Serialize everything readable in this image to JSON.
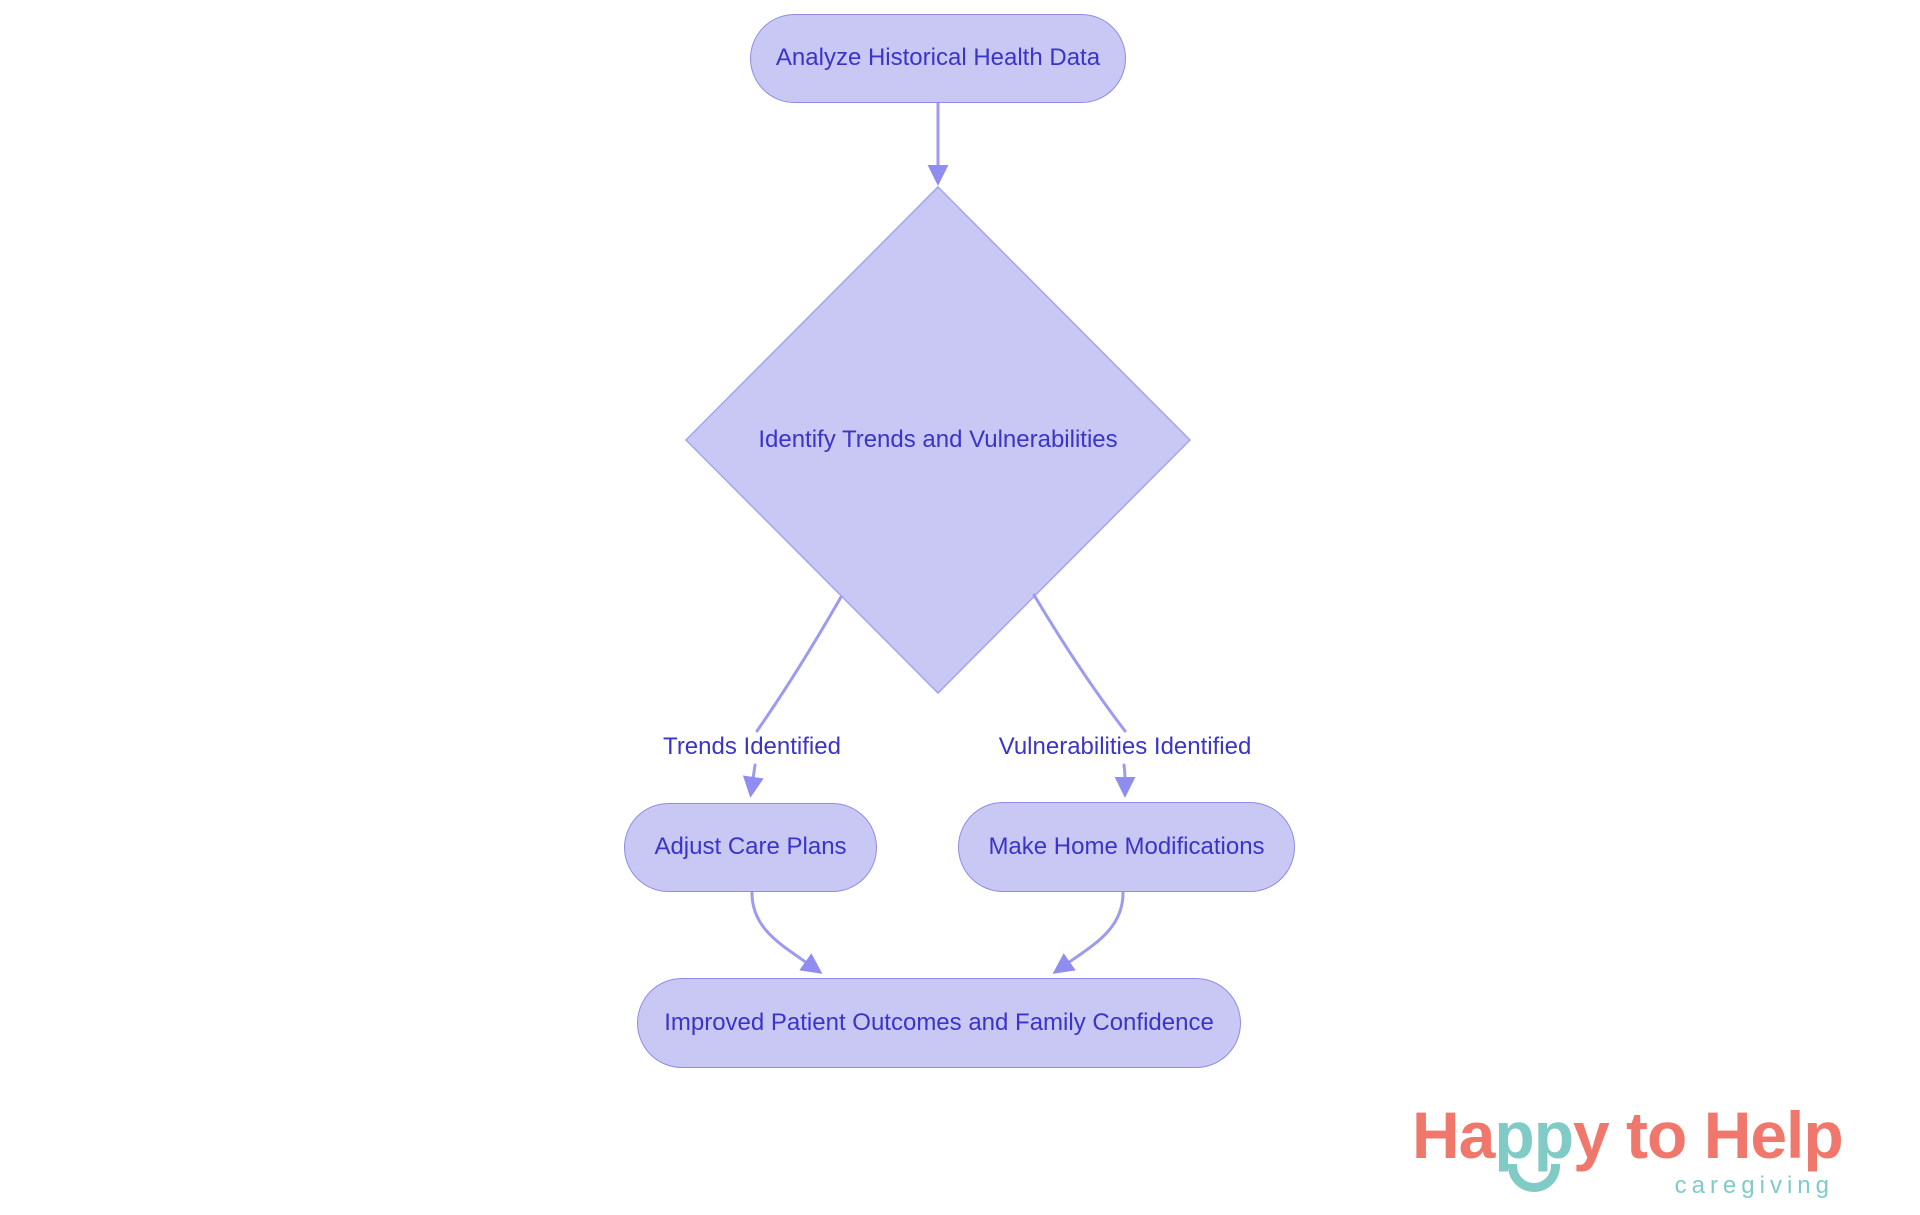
{
  "page": {
    "background": "#ffffff"
  },
  "colors": {
    "node_fill": "#c9c8f5",
    "box_border": "#8f8ce4",
    "diamond_border": "#a5a3f0",
    "node_text": "#3a34c8",
    "edge_line": "#9d9bf1",
    "arrowhead": "#8f8df0",
    "logo_coral": "#f0776b",
    "logo_teal": "#80cbc5",
    "tagline_teal": "#7eccc7"
  },
  "flowchart": {
    "nodes": [
      {
        "id": "analyze",
        "type": "rounded-rect",
        "label": "Analyze Historical Health Data"
      },
      {
        "id": "identify",
        "type": "diamond",
        "label": "Identify Trends and Vulnerabilities"
      },
      {
        "id": "adjust",
        "type": "rounded-rect",
        "label": "Adjust Care Plans"
      },
      {
        "id": "modify",
        "type": "rounded-rect",
        "label": "Make Home Modifications"
      },
      {
        "id": "improved",
        "type": "rounded-rect",
        "label": "Improved Patient Outcomes and Family Confidence"
      }
    ],
    "edges": [
      {
        "from": "analyze",
        "to": "identify",
        "label": ""
      },
      {
        "from": "identify",
        "to": "adjust",
        "label": "Trends Identified"
      },
      {
        "from": "identify",
        "to": "modify",
        "label": "Vulnerabilities Identified"
      },
      {
        "from": "adjust",
        "to": "improved",
        "label": ""
      },
      {
        "from": "modify",
        "to": "improved",
        "label": ""
      }
    ]
  },
  "logo": {
    "brand_part1": "Ha",
    "brand_part2": "pp",
    "brand_part3": "y to Help",
    "tagline": "caregiving"
  }
}
